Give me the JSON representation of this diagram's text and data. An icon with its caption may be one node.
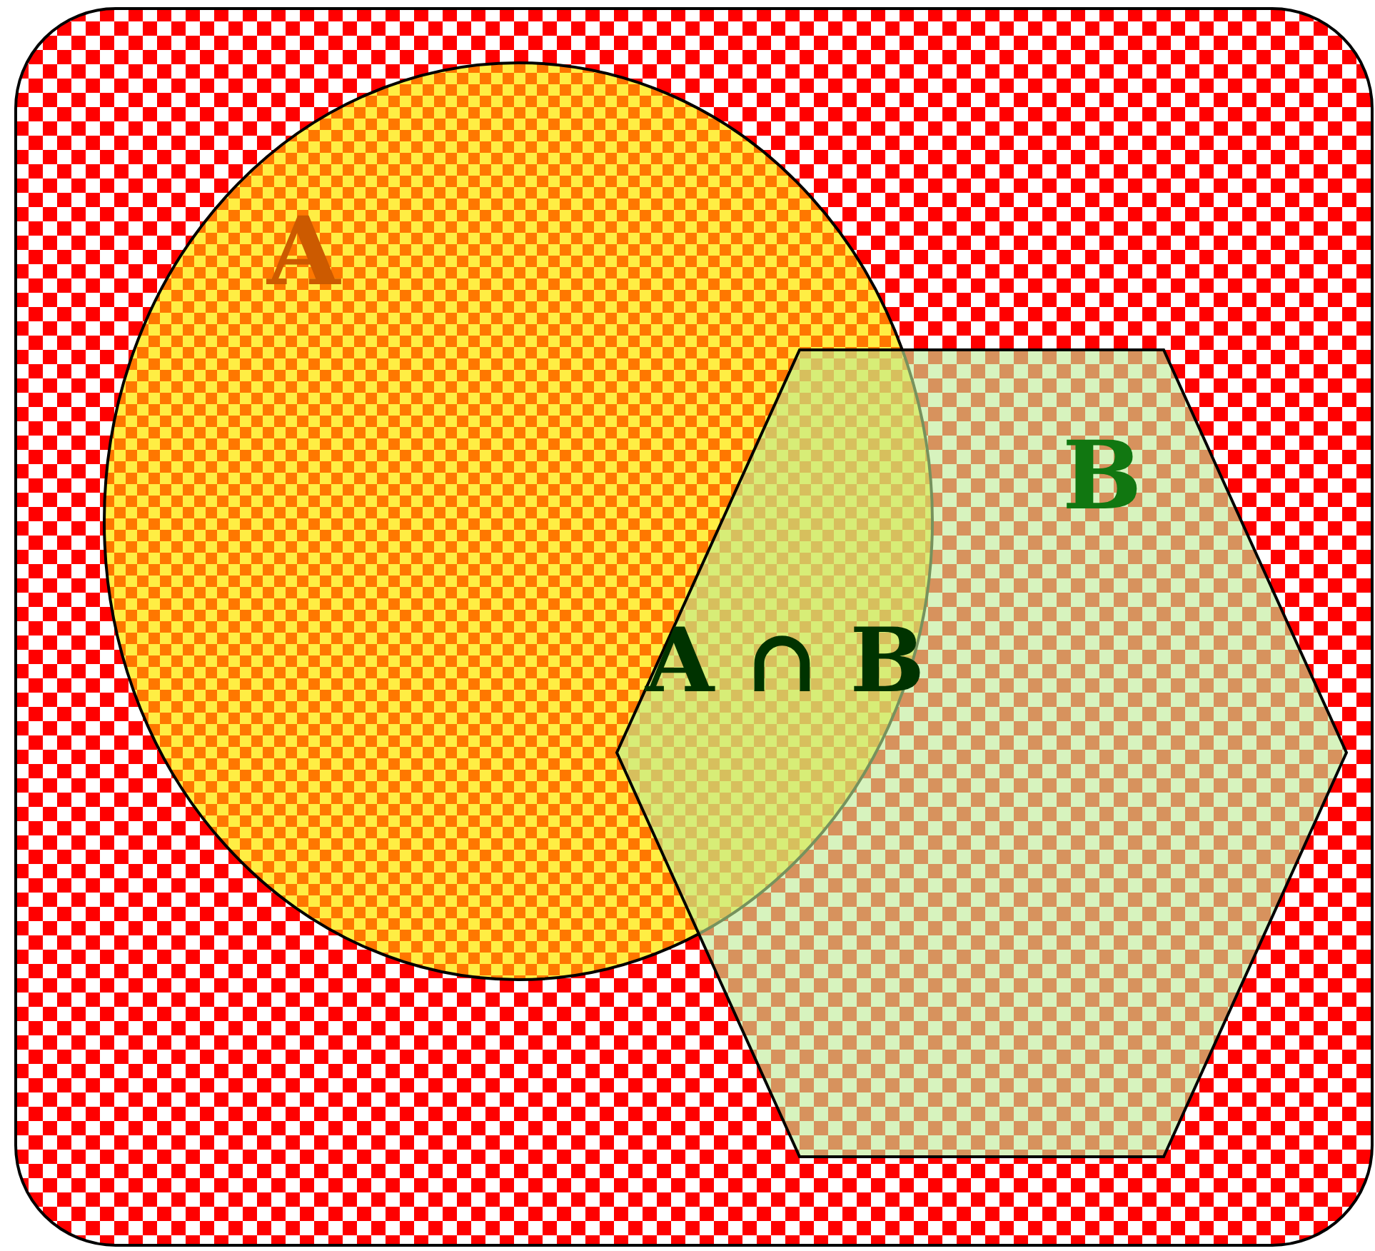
{
  "diagram": {
    "nodes": [
      {
        "text": [],
        "shape": "box"
      },
      {
        "text": [
          "A"
        ],
        "in": 0
      },
      {
        "text": [
          "B"
        ],
        "in": 0
      }
    ],
    "labels": [
      "A ∩ B"
    ]
  }
}
